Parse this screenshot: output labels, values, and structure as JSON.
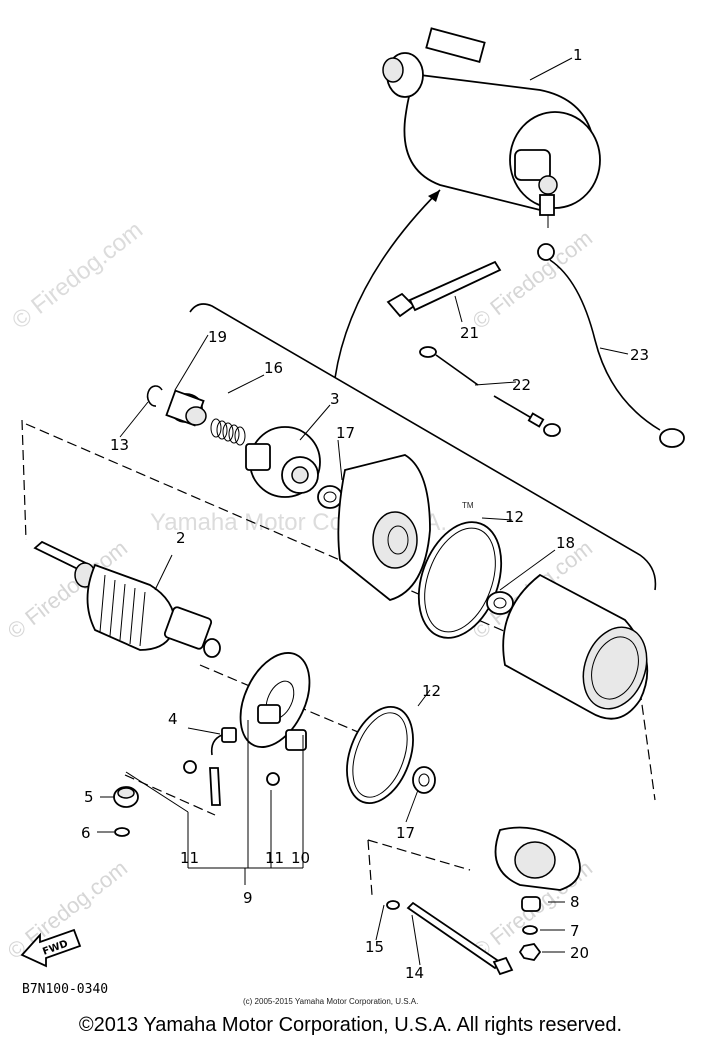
{
  "diagram": {
    "watermarks": {
      "firedog_left": "© Firedog.com",
      "firedog_small": "© Firedog.com",
      "yamaha": "Yamaha Motor Corp. U.S.A.",
      "tm": "TM"
    },
    "labels": {
      "p1": "1",
      "p2": "2",
      "p3": "3",
      "p4": "4",
      "p5": "5",
      "p6": "6",
      "p7": "7",
      "p8": "8",
      "p9": "9",
      "p10": "10",
      "p11a": "11",
      "p11b": "11",
      "p12a": "12",
      "p12b": "12",
      "p13": "13",
      "p14": "14",
      "p15": "15",
      "p16": "16",
      "p17a": "17",
      "p17b": "17",
      "p18": "18",
      "p19": "19",
      "p20": "20",
      "p21": "21",
      "p22": "22",
      "p23": "23"
    },
    "fwd_label": "FWD",
    "diagram_code": "B7N100-0340",
    "small_copyright": "(c) 2005-2015 Yamaha Motor Corporation, U.S.A."
  },
  "footer": {
    "copyright": "©2013 Yamaha Motor Corporation, U.S.A. All rights reserved."
  }
}
